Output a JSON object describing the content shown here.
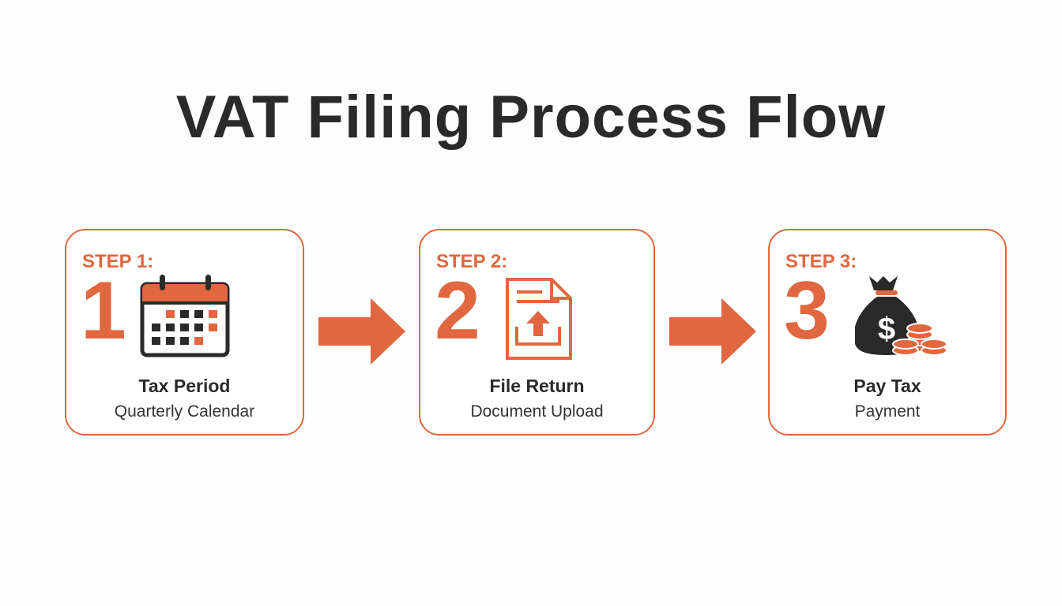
{
  "title": "VAT Filing Process Flow",
  "colors": {
    "accent": "#e0673f",
    "dark": "#2a2a2a"
  },
  "steps": [
    {
      "step_label": "STEP 1:",
      "number": "1",
      "icon": "calendar-icon",
      "title": "Tax Period",
      "subtitle": "Quarterly Calendar"
    },
    {
      "step_label": "STEP 2:",
      "number": "2",
      "icon": "document-upload-icon",
      "title": "File Return",
      "subtitle": "Document Upload"
    },
    {
      "step_label": "STEP 3:",
      "number": "3",
      "icon": "money-bag-icon",
      "title": "Pay Tax",
      "subtitle": "Payment"
    }
  ]
}
